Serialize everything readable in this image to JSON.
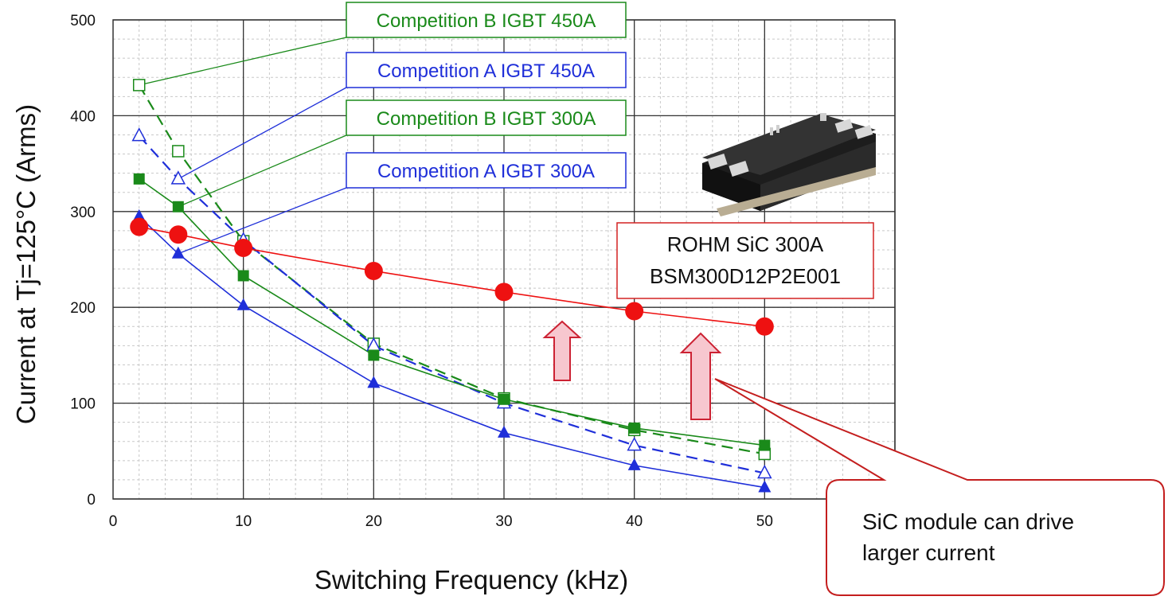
{
  "chart_data": {
    "type": "line",
    "xlabel": "Switching Frequency (kHz)",
    "ylabel": "Current at Tj=125°C (Arms)",
    "xlim": [
      0,
      60
    ],
    "ylim": [
      0,
      500
    ],
    "xticks": [
      0,
      10,
      20,
      30,
      40,
      50
    ],
    "yticks": [
      0,
      100,
      200,
      300,
      400,
      500
    ],
    "grid": true,
    "x": [
      2,
      5,
      10,
      20,
      30,
      40,
      50
    ],
    "series": [
      {
        "name": "Competition B IGBT 450A",
        "color": "#1a8a1a",
        "dash": true,
        "marker": "open-square",
        "values": [
          432,
          363,
          269,
          162,
          105,
          72,
          47
        ]
      },
      {
        "name": "Competition A IGBT 450A",
        "color": "#1f2fd9",
        "dash": true,
        "marker": "open-triangle",
        "values": [
          379,
          334,
          270,
          160,
          100,
          56,
          27
        ]
      },
      {
        "name": "Competition B IGBT 300A",
        "color": "#1a8a1a",
        "dash": false,
        "marker": "filled-square",
        "values": [
          334,
          305,
          233,
          150,
          104,
          74,
          56
        ]
      },
      {
        "name": "Competition A IGBT 300A",
        "color": "#1f2fd9",
        "dash": false,
        "marker": "filled-triangle",
        "values": [
          295,
          256,
          202,
          121,
          69,
          35,
          12
        ]
      },
      {
        "name": "ROHM SiC 300A BSM300D12P2E001",
        "color": "#ee1111",
        "dash": false,
        "marker": "filled-circle",
        "values": [
          284,
          276,
          262,
          238,
          216,
          196,
          180
        ]
      }
    ],
    "legend_labels": [
      {
        "text": "Competition B IGBT 450A",
        "color": "#1a8a1a"
      },
      {
        "text": "Competition A IGBT 450A",
        "color": "#1f2fd9"
      },
      {
        "text": "Competition B IGBT 300A",
        "color": "#1a8a1a"
      },
      {
        "text": "Competition A IGBT 300A",
        "color": "#1f2fd9"
      }
    ],
    "sic_label": [
      "ROHM SiC 300A",
      "BSM300D12P2E001"
    ],
    "callout_text": [
      "SiC module can drive",
      "larger current"
    ]
  }
}
